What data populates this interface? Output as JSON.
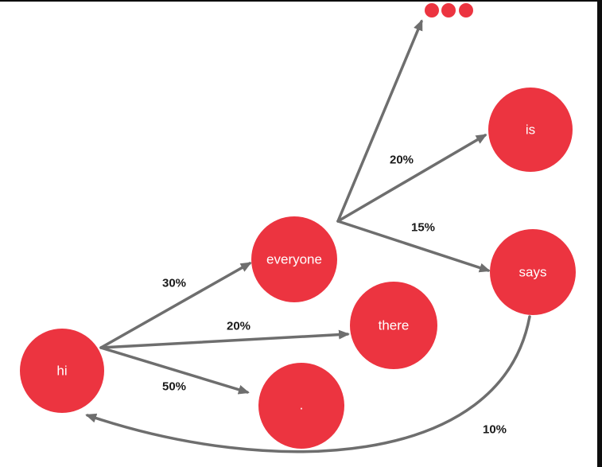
{
  "colors": {
    "node": "#ec3440",
    "edge": "#6e6e6e",
    "frame": "#0d0d0d"
  },
  "diagram": {
    "nodes": {
      "hi": "hi",
      "everyone": "everyone",
      "there": "there",
      "period": ".",
      "is": "is",
      "says": "says",
      "ellipsis": "ellipsis-dots-icon"
    },
    "edges": {
      "hi_everyone": "30%",
      "hi_there": "20%",
      "hi_period": "50%",
      "everyone_is": "20%",
      "everyone_says": "15%",
      "says_hi": "10%"
    }
  }
}
